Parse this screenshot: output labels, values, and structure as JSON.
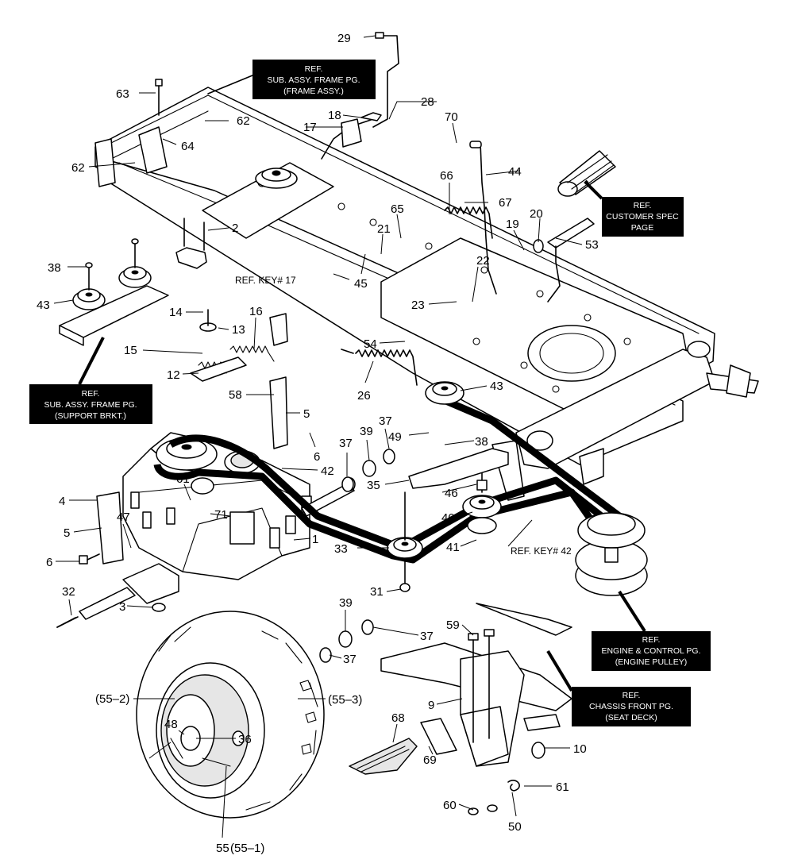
{
  "part_labels": {
    "p29": "29",
    "p28": "28",
    "p63": "63",
    "p62a": "62",
    "p62b": "62",
    "p64": "64",
    "p18": "18",
    "p17": "17",
    "p70": "70",
    "p44": "44",
    "p66": "66",
    "p67": "67",
    "p65": "65",
    "p2": "2",
    "p21": "21",
    "p19": "19",
    "p20": "20",
    "p53": "53",
    "p22": "22",
    "p38a": "38",
    "p43a": "43",
    "p45": "45",
    "p23": "23",
    "p14": "14",
    "p13": "13",
    "p16": "16",
    "p15": "15",
    "p12": "12",
    "p54": "54",
    "p26": "26",
    "p43b": "43",
    "p58": "58",
    "p5a": "5",
    "p6a": "6",
    "p37a": "37",
    "p39a": "39",
    "p37b": "37",
    "p49": "49",
    "p38b": "38",
    "p42": "42",
    "p35": "35",
    "p61a": "61",
    "p46": "46",
    "p4": "4",
    "p5b": "5",
    "p47": "47",
    "p71": "71",
    "p40": "40",
    "p1": "1",
    "p6b": "6",
    "p41": "41",
    "p33": "33",
    "p32": "32",
    "p31": "31",
    "p3": "3",
    "p39b": "39",
    "p37c": "37",
    "p37d": "37",
    "p59": "59",
    "p55_2": "(55–2)",
    "p55_3": "(55–3)",
    "p9": "9",
    "p68": "68",
    "p48": "48",
    "p36": "36",
    "p10": "10",
    "p69": "69",
    "p61b": "61",
    "p60": "60",
    "p50": "50",
    "p55": "55",
    "p55_1": "(55–1)",
    "ref_key_17": "REF. KEY# 17",
    "ref_key_42": "REF. KEY# 42"
  },
  "ref_boxes": {
    "frame_assy": [
      "REF.",
      "SUB. ASSY. FRAME PG.",
      "(FRAME ASSY.)"
    ],
    "customer_spec": [
      "REF.",
      "CUSTOMER SPEC",
      "PAGE"
    ],
    "support_brkt": [
      "REF.",
      "SUB. ASSY. FRAME PG.",
      "(SUPPORT BRKT.)"
    ],
    "engine_pulley": [
      "REF.",
      "ENGINE & CONTROL PG.",
      "(ENGINE PULLEY)"
    ],
    "seat_deck": [
      "REF.",
      "CHASSIS FRONT PG.",
      "(SEAT DECK)"
    ]
  },
  "colors": {
    "line": "#000000",
    "box_fill": "#000000",
    "box_text": "#ffffff",
    "background": "#ffffff"
  }
}
